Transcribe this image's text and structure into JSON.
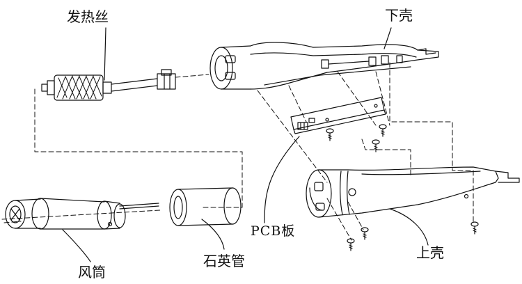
{
  "diagram": {
    "labels": {
      "heating_wire": "发热丝",
      "lower_shell": "下壳",
      "pcb_board": "PCB板",
      "upper_shell": "上壳",
      "air_tube": "风筒",
      "quartz_tube": "石英管"
    }
  }
}
